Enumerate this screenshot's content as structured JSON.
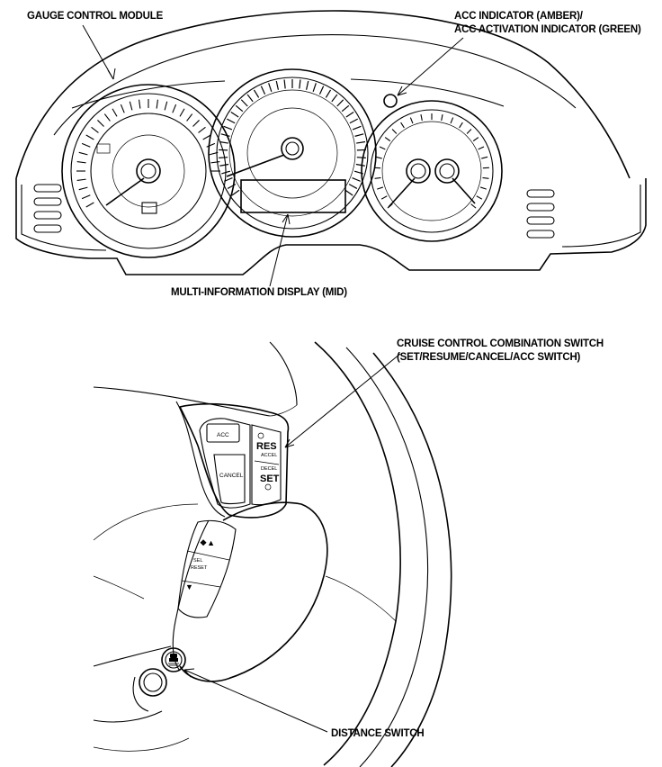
{
  "callouts": {
    "gauge_control_module": "GAUGE CONTROL MODULE",
    "acc_indicator_line1": "ACC INDICATOR (AMBER)/",
    "acc_indicator_line2": "ACC ACTIVATION INDICATOR (GREEN)",
    "mid": "MULTI-INFORMATION DISPLAY (MID)",
    "cruise_switch_line1": "CRUISE CONTROL COMBINATION SWITCH",
    "cruise_switch_line2": "(SET/RESUME/CANCEL/ACC SWITCH)",
    "distance_switch": "DISTANCE SWITCH"
  },
  "buttons": {
    "acc": "ACC",
    "res": "RES",
    "accel": "ACCEL",
    "decel": "DECEL",
    "set": "SET",
    "cancel": "CANCEL",
    "sel": "SEL",
    "reset": "RESET"
  },
  "icons": [
    "info-up-icon",
    "down-arrow-icon",
    "distance-icon"
  ]
}
